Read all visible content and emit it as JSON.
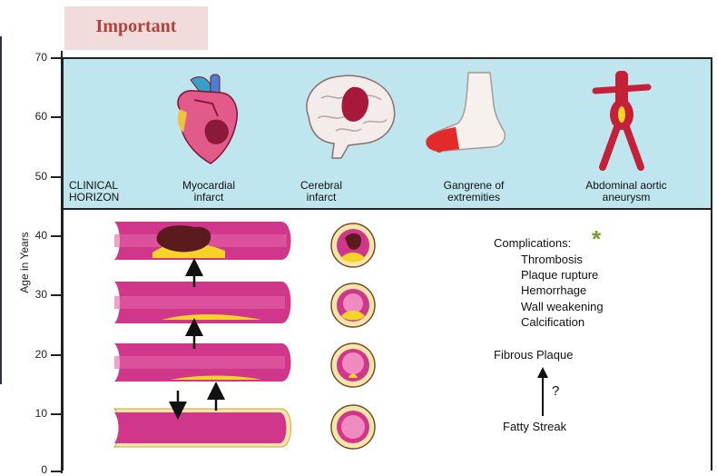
{
  "badge": {
    "label": "Important"
  },
  "axis": {
    "label": "Age in Years",
    "ticks": [
      "70",
      "60",
      "50",
      "40",
      "30",
      "20",
      "10",
      "0"
    ]
  },
  "horizon": {
    "label_line1": "CLINICAL",
    "label_line2": "HORIZON",
    "items": [
      {
        "line1": "Myocardial",
        "line2": "infarct"
      },
      {
        "line1": "Cerebral",
        "line2": "infarct"
      },
      {
        "line1": "Gangrene of",
        "line2": "extremities"
      },
      {
        "line1": "Abdominal aortic",
        "line2": "aneurysm"
      }
    ]
  },
  "progression": {
    "complications_title": "Complications:",
    "asterisk": "*",
    "complications": [
      "Thrombosis",
      "Plaque rupture",
      "Hemorrhage",
      "Wall weakening",
      "Calcification"
    ],
    "fibrous_plaque": "Fibrous Plaque",
    "question": "?",
    "fatty_streak": "Fatty Streak"
  },
  "colors": {
    "panel_blue": "#bfe6ee",
    "vessel_pink": "#d0368a",
    "plaque_yellow": "#f5d327",
    "thrombus_dark": "#5a1a1e",
    "badge_bg": "#f2dcdb",
    "badge_text": "#b3403a",
    "asterisk_green": "#6fa12c"
  }
}
